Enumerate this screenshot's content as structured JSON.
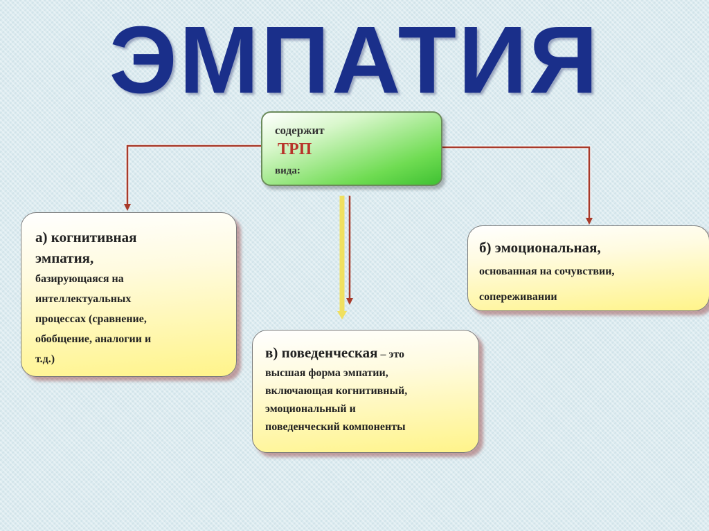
{
  "title": "ЭМПАТИЯ",
  "center": {
    "line1": "содержит",
    "line2": "ТРП",
    "line3": "вида:"
  },
  "box_a": {
    "heading_line1": "а) когнитивная",
    "heading_line2": "эмпатия,",
    "body": [
      "базирующаяся на",
      "интеллектуальных",
      "процессах (сравнение,",
      "обобщение, аналогии и",
      "т.д.)"
    ]
  },
  "box_b": {
    "heading": "б) эмоциональная,",
    "body": [
      "основанная на сочувствии,",
      "сопереживании"
    ]
  },
  "box_v": {
    "heading": "в) поведенческая",
    "heading_tail": " – это",
    "body": [
      "высшая форма эмпатии,",
      "включающая когнитивный,",
      "эмоциональный и",
      "поведенческий компоненты"
    ]
  },
  "colors": {
    "title": "#1a2f8a",
    "arrow": "#a83a2a",
    "center_fill": "#6fdc52",
    "box_fill": "#fff48a",
    "trp_text": "#b8342a"
  }
}
